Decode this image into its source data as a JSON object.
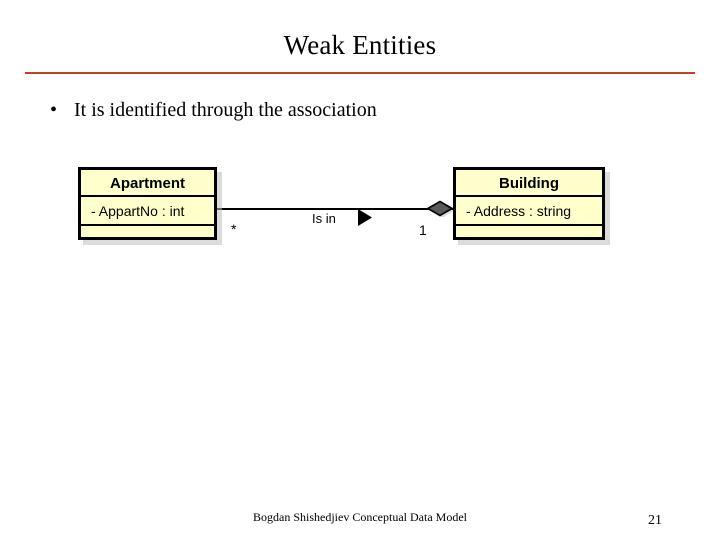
{
  "slide": {
    "title": "Weak Entities",
    "rule_color": "#C1441B",
    "page_number": "21",
    "footer": "Bogdan Shishedjiev Conceptual Data Model"
  },
  "bullets": [
    {
      "marker": "•",
      "text": "It is identified through the association"
    }
  ],
  "diagram": {
    "type": "uml-class-diagram",
    "class_fill_color": "#FFFFCC",
    "class_border_color": "#000000",
    "classes": [
      {
        "id": "apartment",
        "name": "Apartment",
        "attributes": "- AppartNo : int",
        "operations": ""
      },
      {
        "id": "building",
        "name": "Building",
        "attributes": "- Address : string",
        "operations": ""
      }
    ],
    "association": {
      "label": "Is in",
      "direction_icon": "solid-right-triangle",
      "end_decoration": "aggregation-diamond",
      "source_multiplicity": "*",
      "target_multiplicity": "1"
    }
  }
}
